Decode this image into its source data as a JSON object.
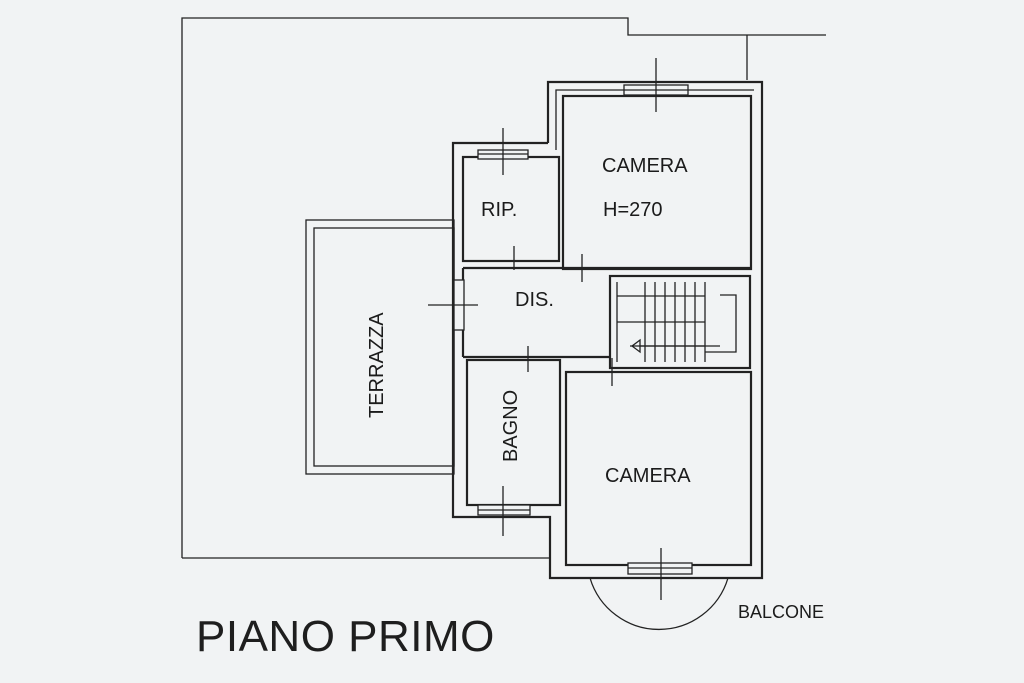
{
  "title": "PIANO PRIMO",
  "rooms": {
    "camera_top": "CAMERA",
    "camera_top_height": "H=270",
    "ripostiglio": "RIP.",
    "disimpegno": "DIS.",
    "terrazza": "TERRAZZA",
    "bagno": "BAGNO",
    "camera_bottom": "CAMERA",
    "balcone": "BALCONE"
  },
  "colors": {
    "background": "#f1f3f4",
    "lines": "#222222"
  }
}
